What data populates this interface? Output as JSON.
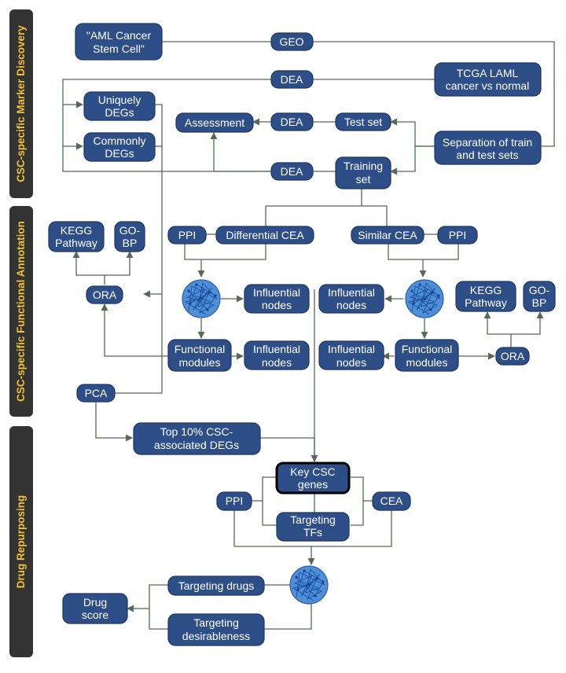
{
  "stages": {
    "discovery": "CSC-specific Marker Discovery",
    "annotation": "CSC-specific Functional Annotation",
    "repurposing": "Drug Repurposing"
  },
  "nodes": {
    "aml_query": [
      "\"AML Cancer",
      "Stem Cell\""
    ],
    "geo": "GEO",
    "dea_top": "DEA",
    "tcga": [
      "TCGA LAML",
      "cancer vs normal"
    ],
    "uniquely_degs": [
      "Uniquely",
      "DEGs"
    ],
    "commonly_degs": [
      "Commonly",
      "DEGs"
    ],
    "assessment": "Assessment",
    "dea_test": "DEA",
    "test_set": "Test set",
    "separation": [
      "Separation of train",
      "and test sets"
    ],
    "dea_train": "DEA",
    "training_set": [
      "Training",
      "set"
    ],
    "kegg_left": [
      "KEGG",
      "Pathway"
    ],
    "gobp_left": [
      "GO-",
      "BP"
    ],
    "ppi_left": "PPI",
    "differential_cea": "Differential CEA",
    "similar_cea": "Similar CEA",
    "ppi_right": "PPI",
    "ora_left": "ORA",
    "influential_1": [
      "Influential",
      "nodes"
    ],
    "influential_2": [
      "Influential",
      "nodes"
    ],
    "kegg_right": [
      "KEGG",
      "Pathway"
    ],
    "gobp_right": [
      "GO-",
      "BP"
    ],
    "functional_left": [
      "Functional",
      "modules"
    ],
    "influential_3": [
      "Influential",
      "nodes"
    ],
    "influential_4": [
      "Influential",
      "nodes"
    ],
    "functional_right": [
      "Functional",
      "modules"
    ],
    "ora_right": "ORA",
    "pca": "PCA",
    "top10": [
      "Top 10% CSC-",
      "associated DEGs"
    ],
    "key_csc": [
      "Key CSC",
      "genes"
    ],
    "ppi_bottom": "PPI",
    "cea_bottom": "CEA",
    "targeting_tfs": [
      "Targeting",
      "TFs"
    ],
    "targeting_drugs": "Targeting drugs",
    "drug_score": [
      "Drug",
      "score"
    ],
    "targeting_desirableness": [
      "Targeting",
      "desirableness"
    ]
  },
  "colors": {
    "node_fill": "#2e4e88",
    "node_border": "#1c3566",
    "stage_band": "#333333",
    "stage_text": "#f2c230",
    "connector": "#556b55",
    "network": "#4f8fd8"
  },
  "icons": [
    "network-graph-icon"
  ]
}
